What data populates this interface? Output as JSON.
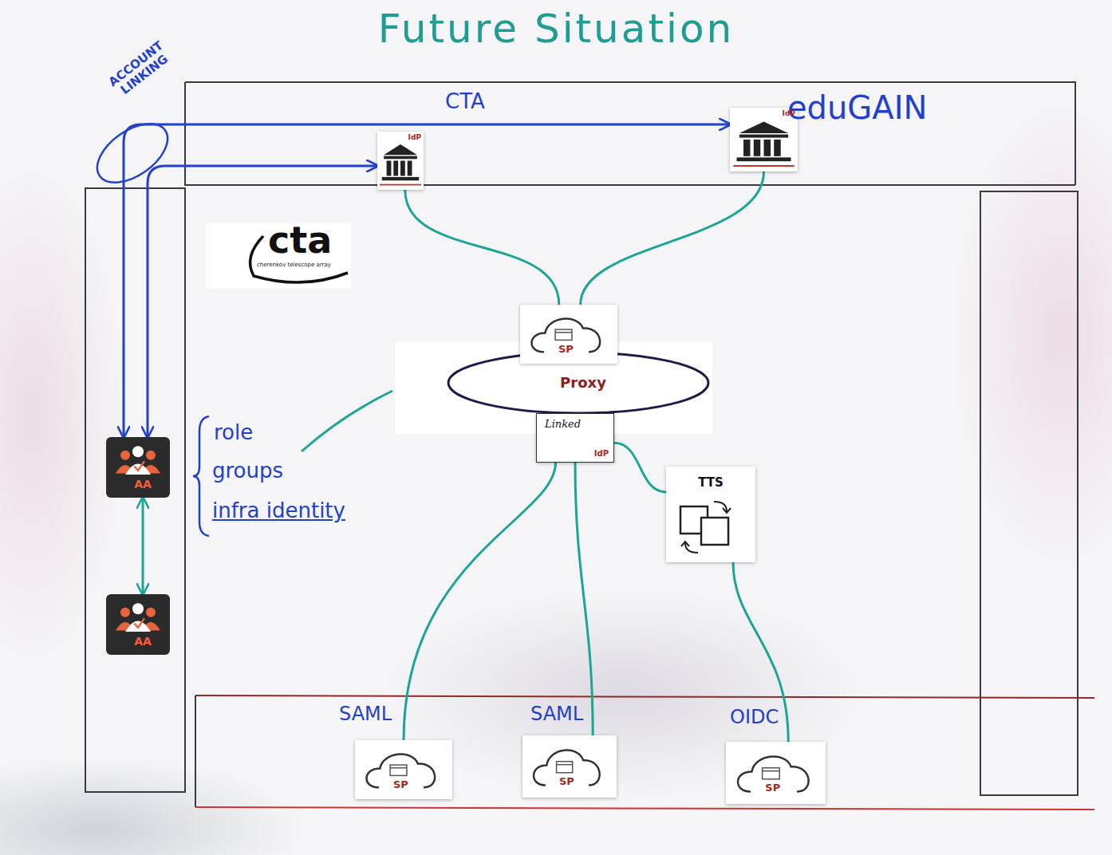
{
  "diagram": {
    "title": "Future Situation",
    "nodes": [
      {
        "text": [
          "CTA",
          "IdP"
        ]
      },
      {
        "text": [
          "eduGAIN",
          "IdP"
        ]
      },
      {
        "text": [
          "Proxy"
        ]
      },
      {
        "text": [
          "SP"
        ],
        "in": 2
      },
      {
        "text": [
          "Linked",
          "IdP"
        ]
      },
      {
        "text": [
          "AA"
        ]
      },
      {
        "text": [
          "TTS"
        ]
      },
      {
        "text": [
          "AA"
        ]
      },
      {
        "text": [
          "SAML",
          "SP"
        ]
      },
      {
        "text": [
          "SAML",
          "SP"
        ]
      },
      {
        "text": [
          "OIDC",
          "SP"
        ]
      }
    ],
    "edges": [
      {
        "from": 5,
        "to": 0,
        "arrow": "both"
      },
      {
        "from": 5,
        "to": 1,
        "arrow": "both"
      },
      {
        "from": 0,
        "to": 3,
        "arrow": "none"
      },
      {
        "from": 1,
        "to": 3,
        "arrow": "none"
      },
      {
        "from": 4,
        "to": 8,
        "arrow": "none"
      },
      {
        "from": 4,
        "to": 9,
        "arrow": "none"
      },
      {
        "from": 4,
        "to": 6,
        "arrow": "none"
      },
      {
        "from": 6,
        "to": 10,
        "arrow": "none"
      },
      {
        "from": 5,
        "to": 7,
        "arrow": "both"
      }
    ],
    "labels": [
      "ACCOUNT LINKING",
      "cta",
      "cherenkov telescope array",
      "role",
      "groups",
      "infra identity"
    ]
  }
}
